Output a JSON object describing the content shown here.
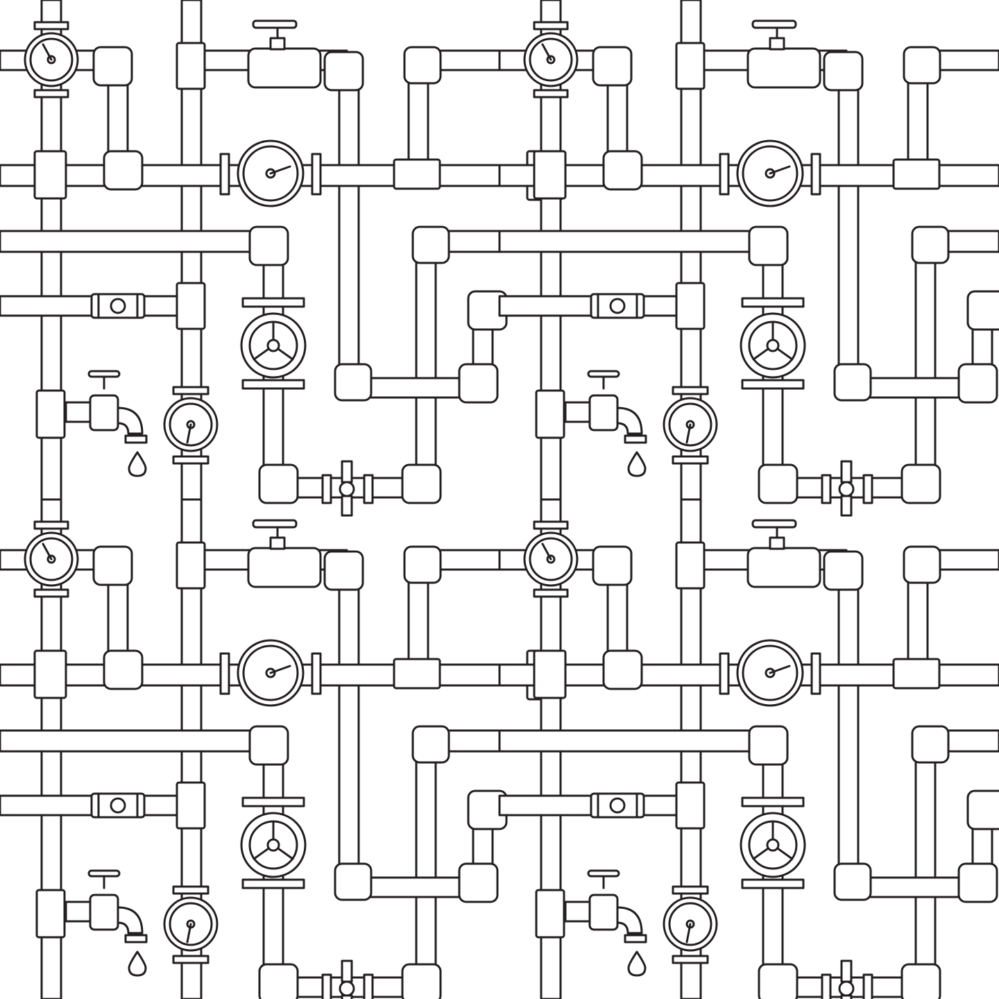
{
  "pattern": {
    "description_kind": "seamless line-art plumbing pattern",
    "repeat": {
      "columns": 2,
      "rows": 2
    },
    "stroke_color": "#231f20",
    "background_color": "#ffffff",
    "icons": [
      "pipe-icon",
      "elbow-joint-icon",
      "coupling-icon",
      "pressure-gauge-icon",
      "gate-valve-icon",
      "wheel-valve-icon",
      "butterfly-valve-icon",
      "ball-valve-icon",
      "faucet-icon",
      "water-drop-icon"
    ]
  }
}
